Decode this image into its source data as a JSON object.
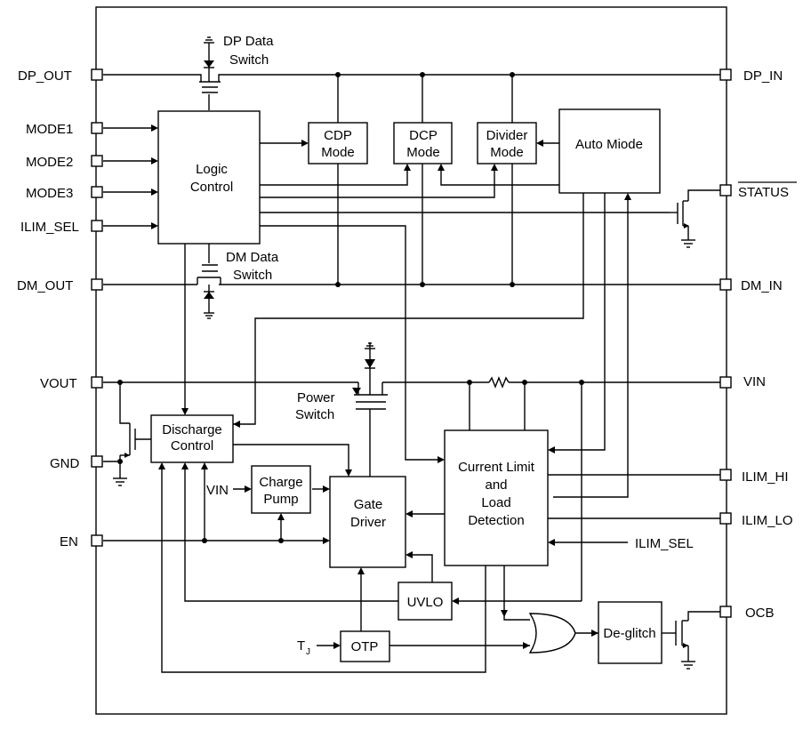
{
  "pins_left": {
    "dp_out": "DP_OUT",
    "mode1": "MODE1",
    "mode2": "MODE2",
    "mode3": "MODE3",
    "ilim_sel": "ILIM_SEL",
    "dm_out": "DM_OUT",
    "vout": "VOUT",
    "gnd": "GND",
    "en": "EN"
  },
  "pins_right": {
    "dp_in": "DP_IN",
    "status": "STATUS",
    "dm_in": "DM_IN",
    "vin": "VIN",
    "ilim_hi": "ILIM_HI",
    "ilim_lo": "ILIM_LO",
    "ocb": "OCB"
  },
  "blocks": {
    "logic_control": [
      "Logic",
      "Control"
    ],
    "cdp_mode": [
      "CDP",
      "Mode"
    ],
    "dcp_mode": [
      "DCP",
      "Mode"
    ],
    "divider_mode": [
      "Divider",
      "Mode"
    ],
    "auto_mode": "Auto Miode",
    "discharge_control": [
      "Discharge",
      "Control"
    ],
    "charge_pump": [
      "Charge",
      "Pump"
    ],
    "gate_driver": [
      "Gate",
      "Driver"
    ],
    "current_limit": [
      "Current Limit",
      "and",
      "Load",
      "Detection"
    ],
    "uvlo": "UVLO",
    "otp": "OTP",
    "deglitch": "De-glitch"
  },
  "labels": {
    "dp_switch": [
      "DP Data",
      "Switch"
    ],
    "dm_switch": [
      "DM Data",
      "Switch"
    ],
    "power_switch": [
      "Power",
      "Switch"
    ],
    "vin_internal": "VIN",
    "ilim_sel_internal": "ILIM_SEL",
    "tj": "T",
    "tj_sub": "J"
  }
}
